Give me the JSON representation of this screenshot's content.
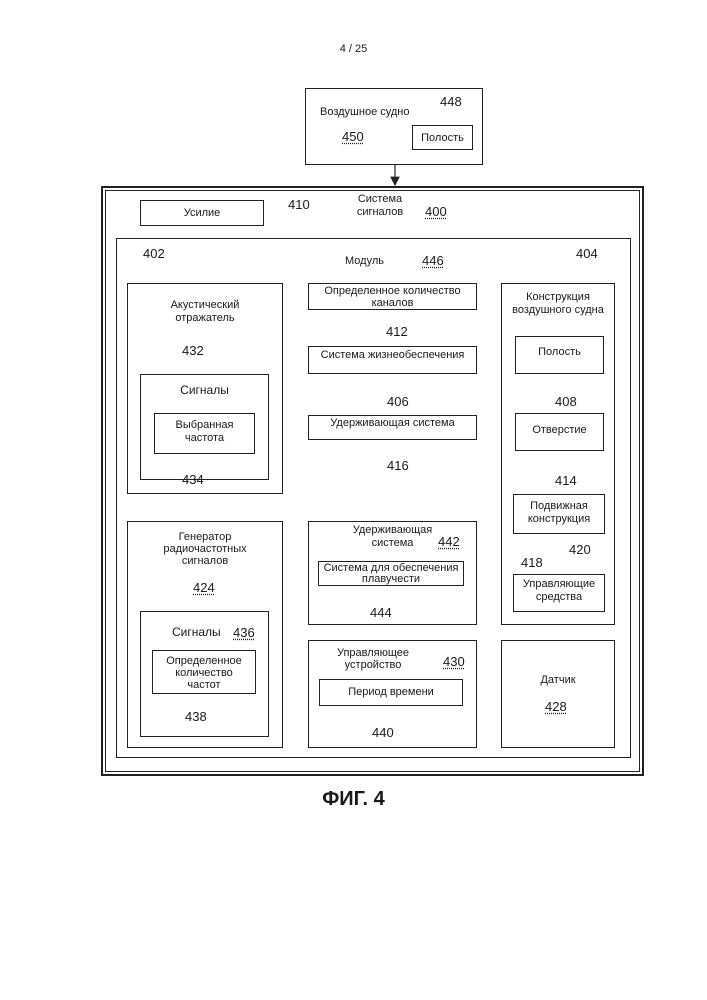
{
  "page_number": "4 / 25",
  "figure_caption": "ФИГ. 4",
  "aircraft": {
    "title": "Воздушное судно",
    "num": "450",
    "cavity_label": "Полость",
    "cavity_num": "448"
  },
  "system": {
    "title_line1": "Система",
    "title_line2": "сигналов",
    "num": "400"
  },
  "gain": {
    "label": "Усилие",
    "num": "410"
  },
  "module": {
    "title": "Модуль",
    "num": "446"
  },
  "acoustic": {
    "title_line1": "Акустический",
    "title_line2": "отражатель",
    "ref": "402",
    "num": "432",
    "signals_label": "Сигналы",
    "freq_line1": "Выбранная",
    "freq_line2": "частота",
    "freq_num": "434"
  },
  "channels": {
    "line1": "Определенное количество",
    "line2": "каналов",
    "num": "412"
  },
  "life_support": {
    "label": "Система жизнеобеспечения",
    "num": "406"
  },
  "restraint1": {
    "label": "Удерживающая система",
    "num": "416"
  },
  "structure": {
    "title_line1": "Конструкция",
    "title_line2": "воздушного судна",
    "ref": "404",
    "cavity_label": "Полость",
    "cavity_num": "408",
    "opening_label": "Отверстие",
    "opening_num": "414",
    "movable_line1": "Подвижная",
    "movable_line2": "конструкция",
    "movable_num": "418",
    "controls_line1": "Управляющие",
    "controls_line2": "средства",
    "controls_num": "420"
  },
  "rf_gen": {
    "title_line1": "Генератор",
    "title_line2": "радиочастотных",
    "title_line3": "сигналов",
    "num": "424",
    "signals_label": "Сигналы",
    "signals_num": "436",
    "freqs_line1": "Определенное",
    "freqs_line2": "количество",
    "freqs_line3": "частот",
    "freqs_num": "438"
  },
  "restraint2": {
    "title_line1": "Удерживающая",
    "title_line2": "система",
    "num": "442",
    "buoy_line1": "Система для обеспечения",
    "buoy_line2": "плавучести",
    "buoy_num": "444"
  },
  "controller": {
    "title_line1": "Управляющее",
    "title_line2": "устройство",
    "num": "430",
    "period_label": "Период времени",
    "period_num": "440"
  },
  "sensor": {
    "label": "Датчик",
    "num": "428"
  }
}
